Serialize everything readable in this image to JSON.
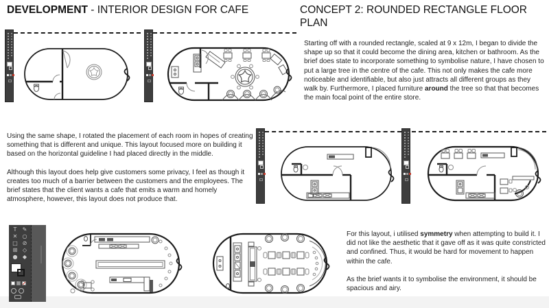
{
  "header": {
    "title_bold": "DEVELOPMENT",
    "title_rest": " - INTERIOR DESIGN FOR CAFE"
  },
  "concept": {
    "title": "CONCEPT 2: ROUNDED RECTANGLE FLOOR PLAN",
    "intro_before": "Starting off with a rounded rectangle, scaled at 9 x 12m, I began to divide the shape up so that it could become the dining area, kitchen or bathroom. As the brief does state to incorporate something to symbolise nature, I have chosen to put a large tree in the centre of the cafe. This not only makes the cafe more noticeable and identifiable, but also just attracts all different groups as they walk by. Furthermore, I placed furniture ",
    "intro_bold": "around",
    "intro_after": " the tree so that that becomes the main focal point of the entire store."
  },
  "rotated": {
    "para1": "Using the same shape, I rotated the placement of each room in hopes of creating something that is different and unique. This layout focused more on building it based on the horizontal guideline I had placed directly in the middle.",
    "para2": "Although this layout does help give customers some privacy, I feel as though it creates too much of a barrier between the customers and the employees. The brief states that the client wants a cafe that emits a warm and homely atmosphere, however, this layout does not produce that."
  },
  "symmetry": {
    "p1_before": "For this layout, i utilised ",
    "p1_bold": "symmetry",
    "p1_after": " when attempting to build it. I did not like the aesthetic that it gave off as it was quite constricted and confined. Thus, it would be hard for movement to happen within the cafe.",
    "para2": "As the brief wants it to symbolise the environment, it should be spacious and airy."
  },
  "toolbar": {
    "tool_icons": [
      "type-tool",
      "pencil-tool",
      "scissors-tool",
      "ellipse-tool",
      "rectangle-tool",
      "slice-tool",
      "grid-tool",
      "gradient-tool",
      "blob-tool",
      "shape-tool"
    ]
  },
  "colors": {
    "text": "#1f1f1f",
    "toolbar_dark": "#3e3e3e",
    "toolbar_light": "#585858",
    "wall_line": "#1c1c1c",
    "furniture_line": "#8a8a8a",
    "footer_strip": "#f3f3f3",
    "accent_red": "#c0392b",
    "page_bg": "#ffffff"
  }
}
